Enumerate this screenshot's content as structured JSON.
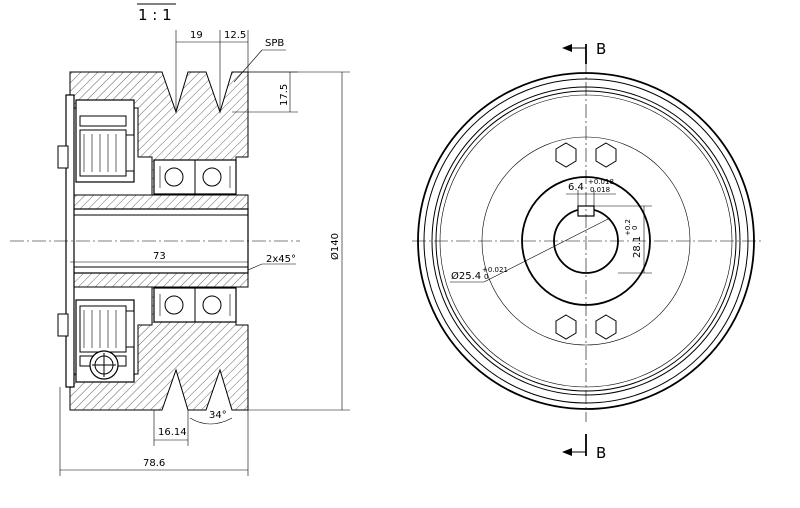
{
  "scale_label": "1 : 1",
  "section_label": "B",
  "dimensions": {
    "groove_pitch": "19",
    "groove_edge": "12.5",
    "belt_profile": "SPB",
    "groove_depth": "17.5",
    "bore_length": "73",
    "chamfer": "2x45°",
    "outer_diameter": "Ø140",
    "groove_first": "16.14",
    "groove_angle": "34°",
    "total_length": "78.6",
    "keyway_width": "6.4",
    "keyway_tol_upper": "+0.018",
    "keyway_tol_lower": "0.018",
    "key_depth": "28.1",
    "key_depth_tol_upper": "+0.2",
    "key_depth_tol_lower": "0",
    "bore_diameter": "Ø25.4",
    "bore_tol_upper": "+0.021",
    "bore_tol_lower": "0"
  }
}
